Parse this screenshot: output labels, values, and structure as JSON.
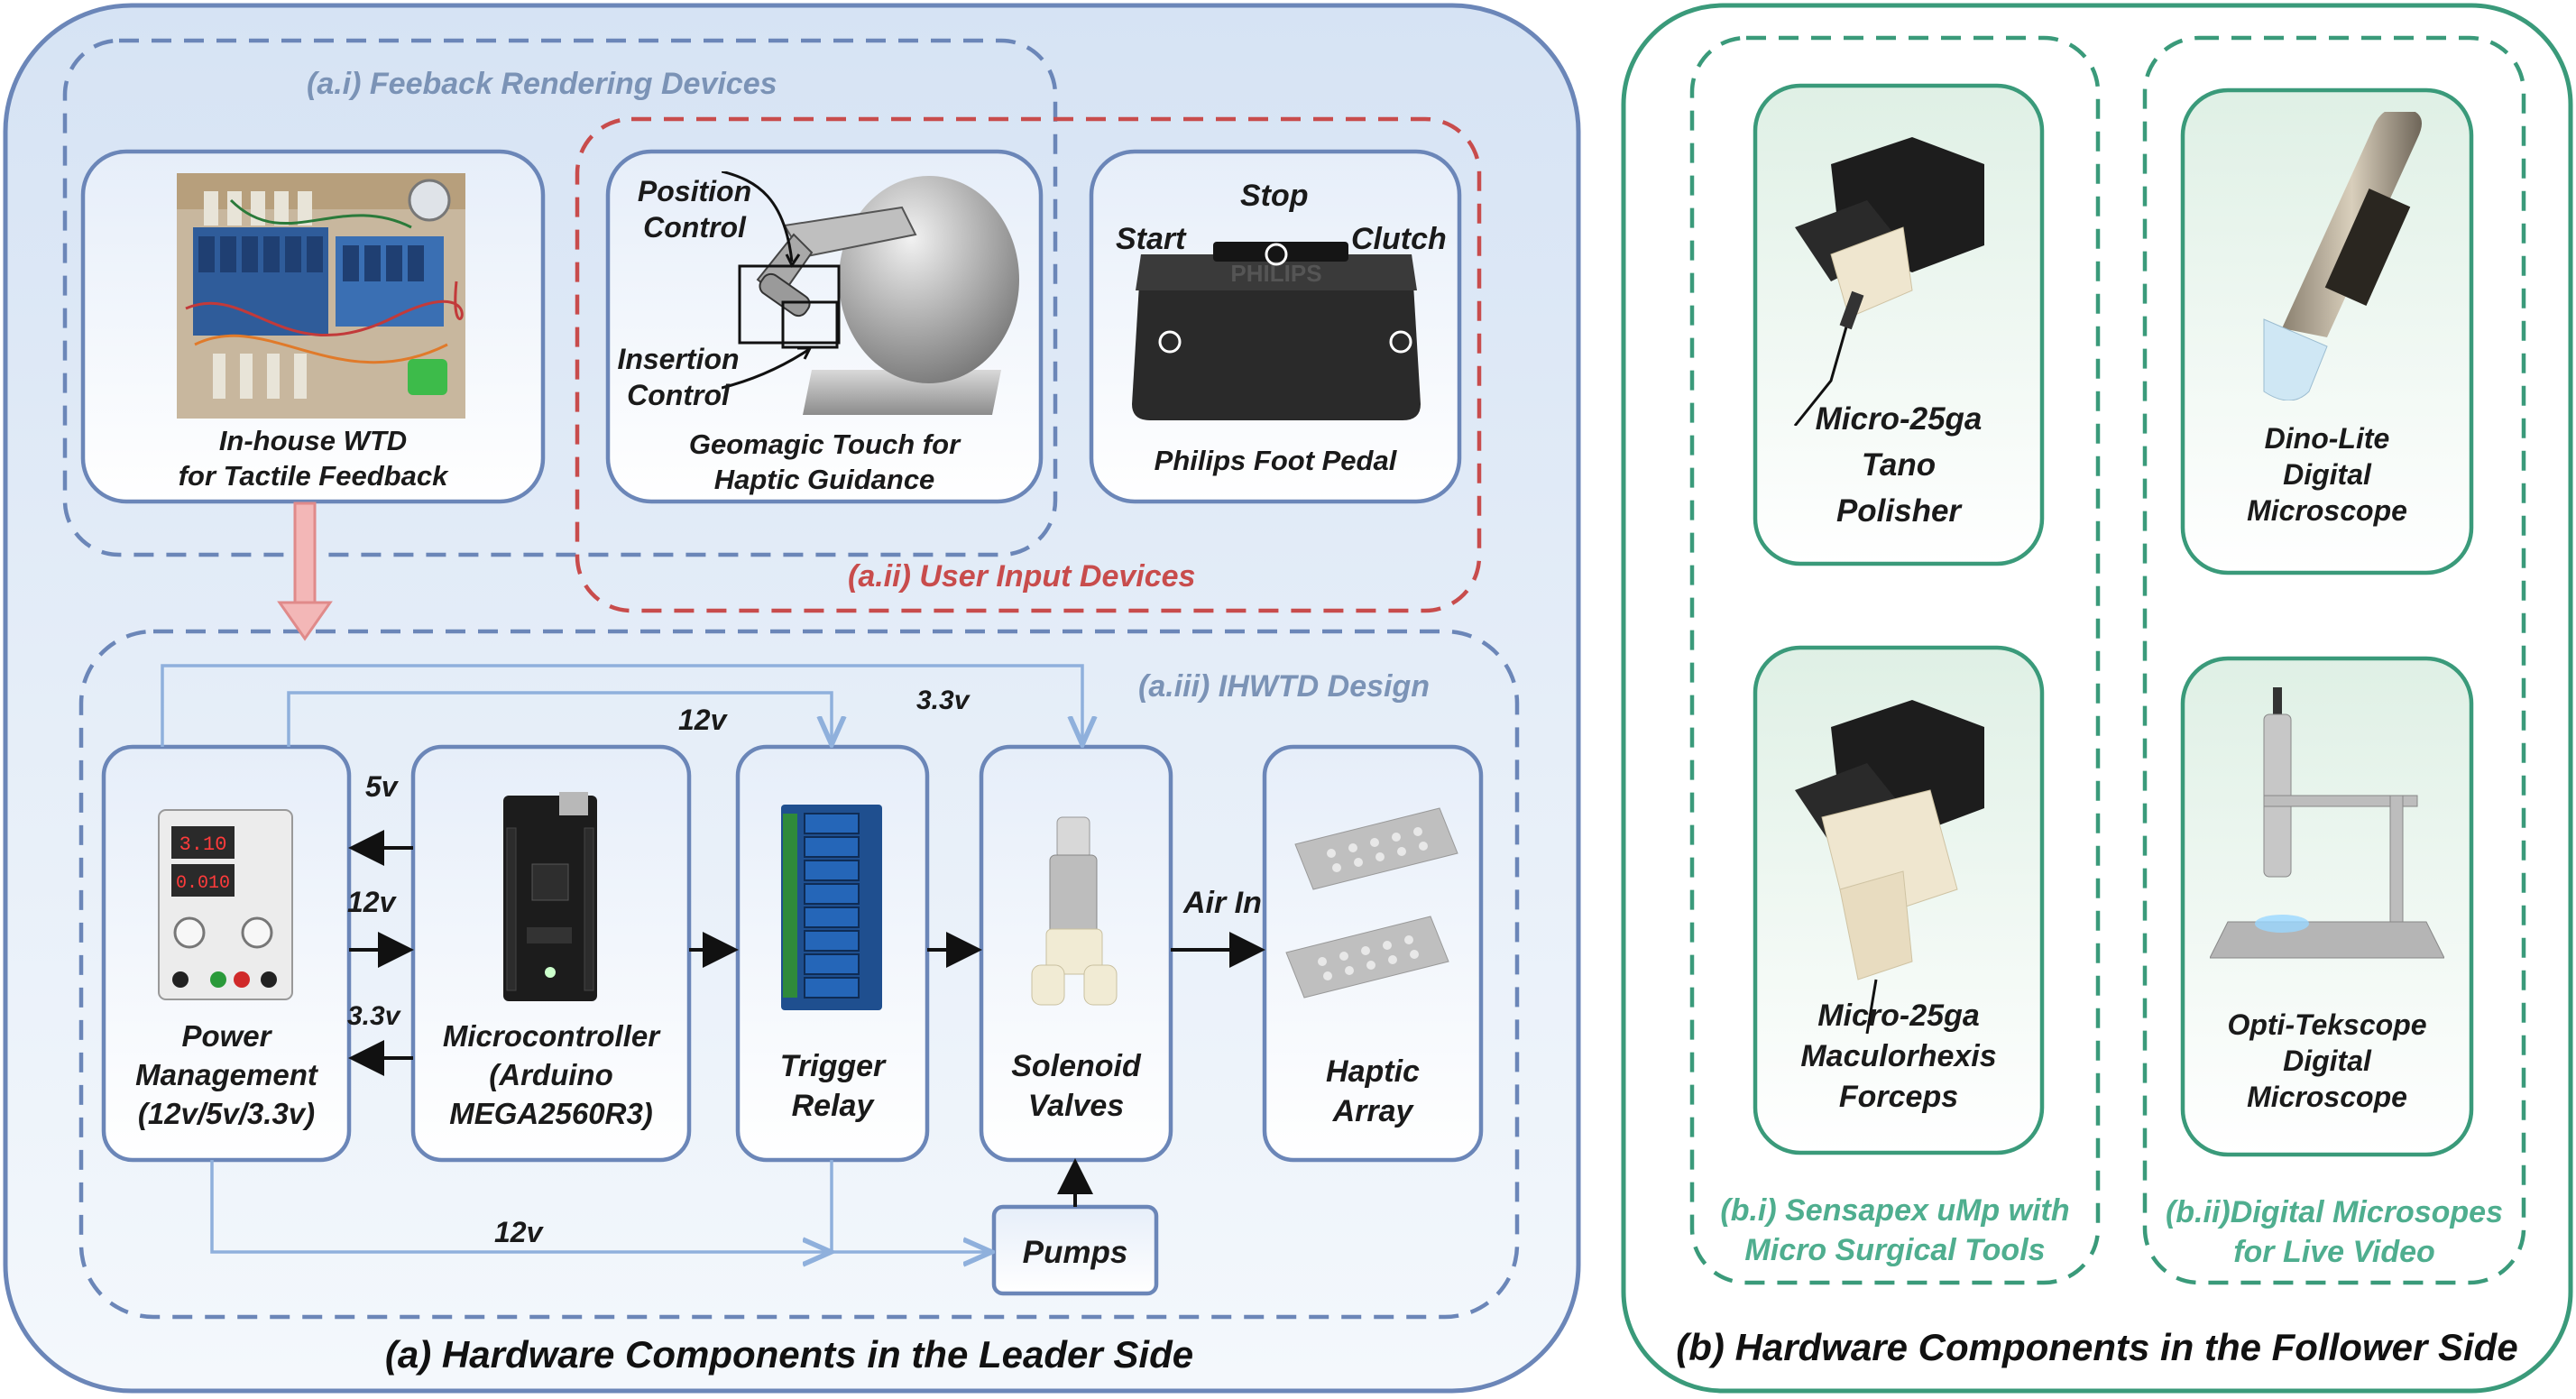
{
  "leader": {
    "title": "(a)  Hardware Components in the Leader Side",
    "feedback_group_label": "(a.i) Feeback Rendering Devices",
    "user_input_group_label": "(a.ii) User Input Devices",
    "ihwtd_group_label": "(a.iii) IHWTD Design",
    "wtd_card": {
      "line1": "In-house WTD",
      "line2": "for Tactile Feedback"
    },
    "geomagic_card": {
      "line1": "Geomagic Touch for",
      "line2": "Haptic Guidance",
      "position_control_1": "Position",
      "position_control_2": "Control",
      "insertion_control_1": "Insertion",
      "insertion_control_2": "Control"
    },
    "pedal_card": {
      "label": "Philips Foot Pedal",
      "start": "Start",
      "stop": "Stop",
      "clutch": "Clutch",
      "brand": "PHILIPS"
    },
    "blocks": {
      "power": [
        "Power",
        "Management",
        "(12v/5v/3.3v)"
      ],
      "micro": [
        "Microcontroller",
        "(Arduino",
        "MEGA2560R3)"
      ],
      "relay": [
        "Trigger",
        "Relay"
      ],
      "solenoid": [
        "Solenoid",
        "Valves"
      ],
      "haptic": [
        "Haptic",
        "Array"
      ],
      "pumps": "Pumps"
    },
    "power_display": {
      "top": "3.10",
      "bottom": "0.010"
    },
    "signals": {
      "v5": "5v",
      "v12_mid": "12v",
      "v33_low": "3.3v",
      "v12_top": "12v",
      "v33_top": "3.3v",
      "v12_bottom": "12v",
      "air_in": "Air In"
    }
  },
  "follower": {
    "title": "(b) Hardware Components in the Follower Side",
    "sensapex_group_label": [
      "(b.i) Sensapex uMp with",
      "Micro Surgical Tools"
    ],
    "microscope_group_label": [
      "(b.ii)Digital Microsopes",
      "for Live Video"
    ],
    "tano": [
      "Micro-25ga",
      "Tano",
      "Polisher"
    ],
    "forceps": [
      "Micro-25ga",
      "Maculorhexis",
      "Forceps"
    ],
    "dinolite": [
      "Dino-Lite",
      "Digital",
      "Microscope"
    ],
    "optitek": [
      "Opti-Tekscope",
      "Digital",
      "Microscope"
    ]
  },
  "colors": {
    "leader_bg": "#dde8f5",
    "leader_border": "#6b86b8",
    "follower_border": "#3a9a7a",
    "red_dash": "#c84c4c",
    "blue_dash": "#6b86b8",
    "green_dash": "#3a9a7a",
    "arrow_blue": "#8fb0dc",
    "arrow_red": "#e08a8a"
  }
}
